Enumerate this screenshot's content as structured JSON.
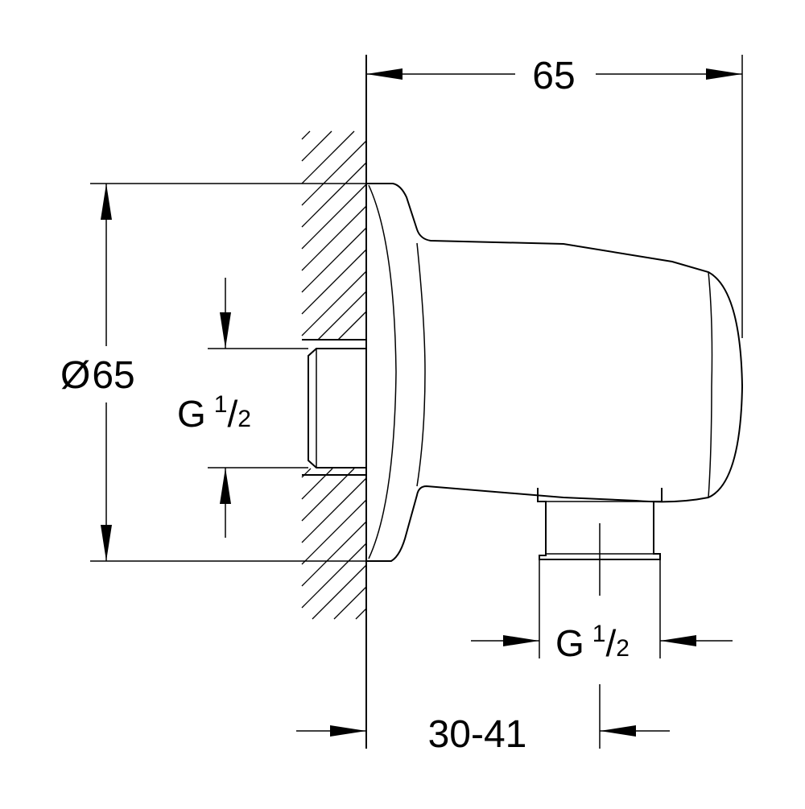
{
  "dimensions": {
    "overall_depth": "65",
    "diameter_symbol": "Ø",
    "diameter_value": "65",
    "wall_thread": {
      "letter": "G",
      "numerator": "1",
      "slash": "/",
      "denominator": "2"
    },
    "outlet_thread": {
      "letter": "G",
      "numerator": "1",
      "slash": "/",
      "denominator": "2"
    },
    "wall_offset": "30-41"
  }
}
